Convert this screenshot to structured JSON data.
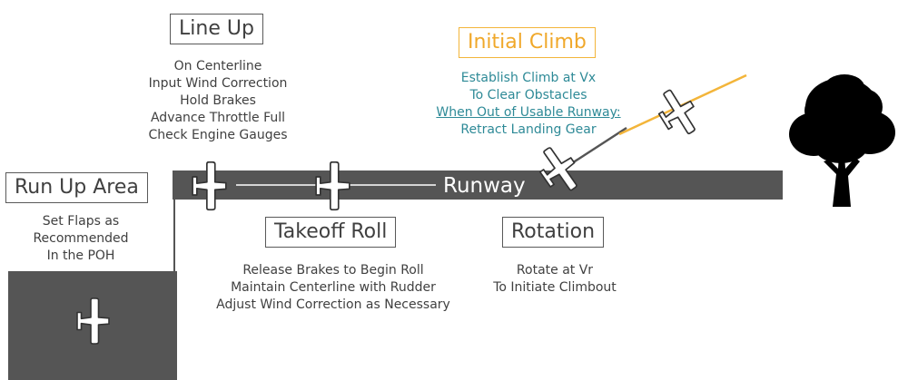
{
  "colors": {
    "runway": "#555555",
    "outline": "#595959",
    "accent_orange": "#f3b53a",
    "teal_text": "#2e8a97",
    "tree": "#000000"
  },
  "line_up": {
    "title": "Line Up",
    "lines": [
      "On Centerline",
      "Input Wind Correction",
      "Hold Brakes",
      "Advance Throttle Full",
      "Check Engine Gauges"
    ]
  },
  "initial_climb": {
    "title": "Initial Climb",
    "lines": [
      "Establish Climb at Vx",
      "To Clear Obstacles"
    ],
    "underlined_line": "When Out of Usable Runway:",
    "last_line": "Retract Landing Gear"
  },
  "run_up_area": {
    "title": "Run Up Area",
    "lines": [
      "Set Flaps as",
      "Recommended",
      "In the POH"
    ]
  },
  "takeoff_roll": {
    "title": "Takeoff Roll",
    "lines": [
      "Release Brakes to Begin Roll",
      "Maintain Centerline with Rudder",
      "Adjust Wind Correction as Necessary"
    ]
  },
  "rotation": {
    "title": "Rotation",
    "lines": [
      "Rotate at Vr",
      "To Initiate Climbout"
    ]
  },
  "runway": {
    "label": "Runway"
  },
  "icons": [
    "airplane-icon",
    "tree-icon"
  ]
}
